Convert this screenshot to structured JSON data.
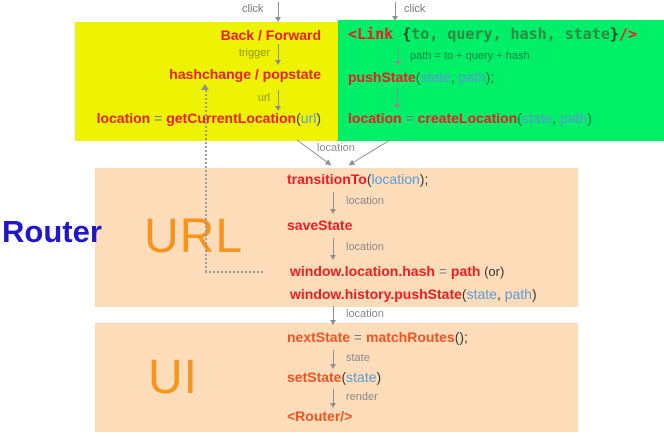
{
  "title": "Router",
  "palette": {
    "yellow_box": "#eef303",
    "green_box": "#00ef68",
    "peach_box": "#fddcb9",
    "code_red": "#ed1c24",
    "code_orange_red": "#f05323",
    "param_blue": "#5b9bd5",
    "label_gray": "#8a8a8a",
    "watermark_orange": "#f6941d",
    "router_blue": "#2016ce"
  },
  "arrows": {
    "click_left": "click",
    "click_right": "click",
    "trigger": "trigger",
    "url": "url",
    "path_formula": "path = to + query + hash",
    "location_join": "location",
    "location_1": "location",
    "location_2": "location",
    "location_3": "location",
    "state": "state",
    "render": "render"
  },
  "yellow_box": {
    "line1": "Back / Forward",
    "line2": "hashchange / popstate",
    "line3": {
      "kw": "location",
      "eq": " = ",
      "fn": "getCurrentLocation",
      "open": "(",
      "arg": "url",
      "close": ")"
    }
  },
  "green_box": {
    "link": {
      "tag_open": "<Link",
      "brace_open": " {",
      "props": "to, query, hash, state",
      "brace_close": "}",
      "tag_close": "/>"
    },
    "push": {
      "fn": "pushState",
      "open": "(",
      "arg1": "state",
      "sep": ", ",
      "arg2": "path",
      "close": ");"
    },
    "create": {
      "kw": "location",
      "eq": " = ",
      "fn": "createLocation",
      "open": "(",
      "arg1": "state",
      "sep": ", ",
      "arg2": "path",
      "close": ")"
    }
  },
  "url_box": {
    "watermark": "URL",
    "transition": {
      "fn": "transitionTo",
      "open": "(",
      "arg": "location",
      "close": ");"
    },
    "save": "saveState",
    "hash": {
      "kw": "window.location.hash",
      "eq": " = ",
      "val": "path",
      "suffix": " (or)"
    },
    "push": {
      "fn": "window.history.pushState",
      "open": "(",
      "arg1": "state",
      "sep": ", ",
      "arg2": "path",
      "close": ")"
    }
  },
  "ui_box": {
    "watermark": "UI",
    "next": {
      "kw": "nextState",
      "eq": " = ",
      "fn": "matchRoutes",
      "close": "();"
    },
    "set": {
      "fn": "setState",
      "open": "(",
      "arg": "state",
      "close": ")"
    },
    "router": "<Router/>"
  }
}
